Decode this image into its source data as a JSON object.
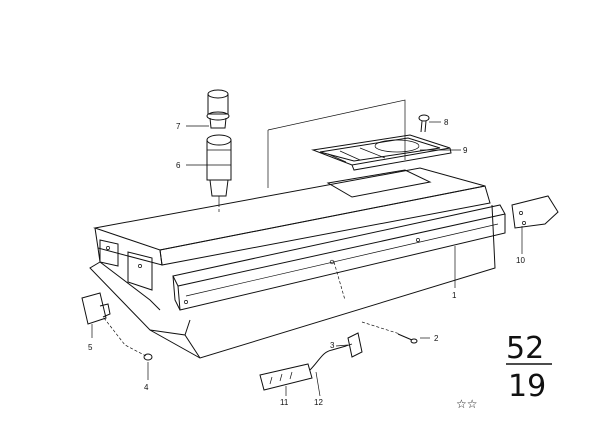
{
  "callouts": {
    "c1": "1",
    "c2": "2",
    "c3": "3",
    "c4": "4",
    "c5": "5",
    "c6": "6",
    "c7": "7",
    "c8": "8",
    "c9": "9",
    "c10": "10",
    "c11": "11",
    "c12": "12"
  },
  "page_code": {
    "group": "52",
    "sheet": "19"
  },
  "footer": {
    "stars": "☆☆"
  }
}
